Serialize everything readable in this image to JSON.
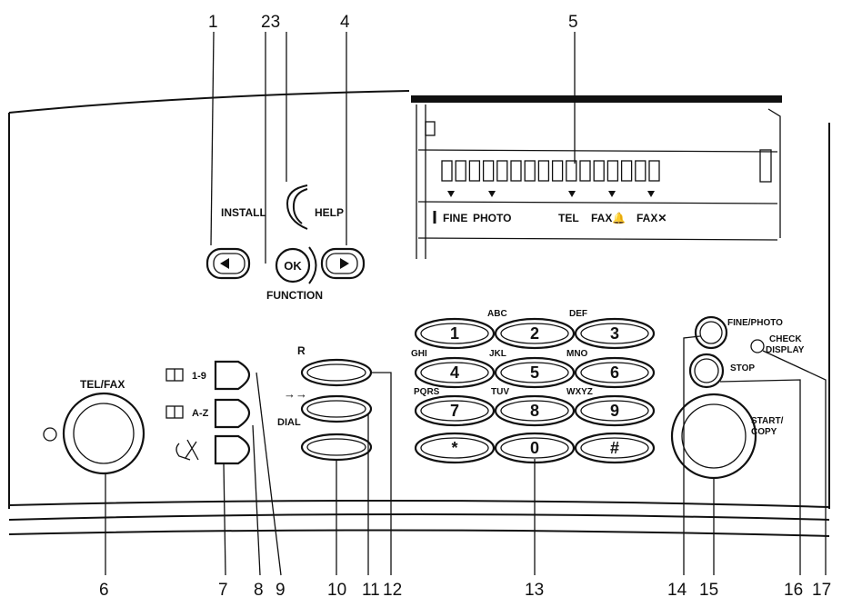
{
  "callouts": {
    "c1": "1",
    "c23": "23",
    "c4": "4",
    "c5": "5",
    "c6": "6",
    "c7": "7",
    "c8": "8",
    "c9": "9",
    "c10": "10",
    "c11": "11",
    "c12": "12",
    "c13": "13",
    "c14": "14",
    "c15": "15",
    "c16": "16",
    "c17": "17"
  },
  "labels": {
    "install": "INSTALL",
    "help": "HELP",
    "ok": "OK",
    "function": "FUNCTION",
    "tel_fax": "TEL/FAX",
    "speed_19": "1-9",
    "speed_az": "A-Z",
    "r": "R",
    "redial_arrows": "→→",
    "dial": "DIAL",
    "fine_photo": "FINE/PHOTO",
    "check_display": [
      "CHECK",
      "DISPLAY"
    ],
    "stop": "STOP",
    "start_copy": [
      "START/",
      "COPY"
    ]
  },
  "lcd": {
    "indicators": [
      "FINE",
      "PHOTO",
      "TEL",
      "FAX🔔",
      "FAX✕"
    ]
  },
  "keypad": {
    "keys": [
      "1",
      "2",
      "3",
      "4",
      "5",
      "6",
      "7",
      "8",
      "9",
      "*",
      "0",
      "#"
    ],
    "letters": [
      "ABC",
      "DEF",
      "GHI",
      "JKL",
      "MNO",
      "PQRS",
      "TUV",
      "WXYZ"
    ]
  }
}
